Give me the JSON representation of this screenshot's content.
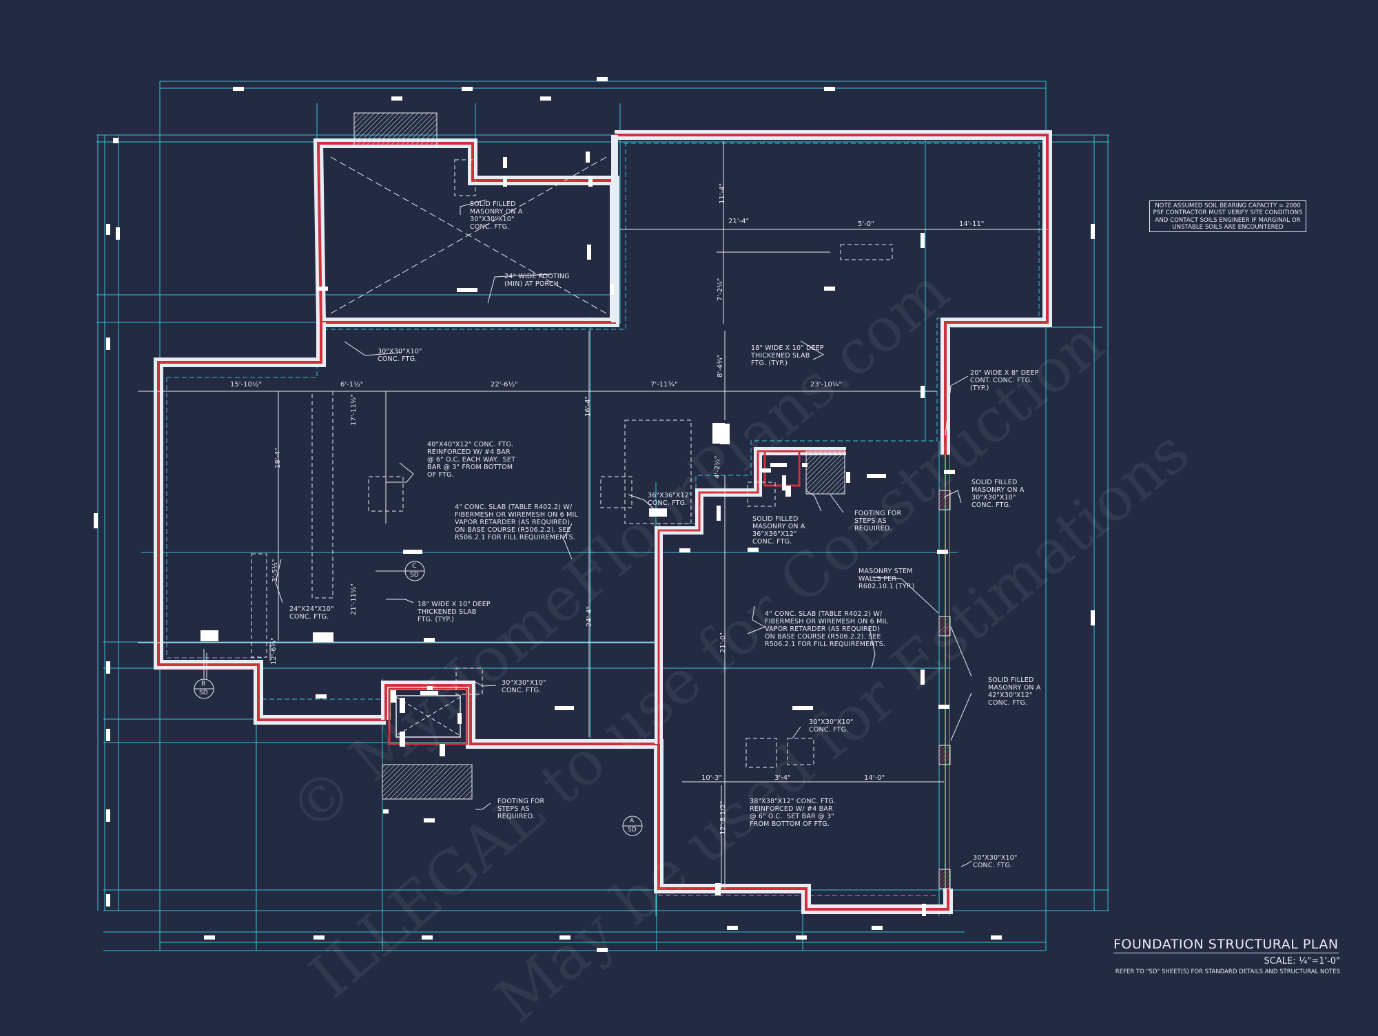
{
  "title_block": {
    "title": "FOUNDATION STRUCTURAL PLAN",
    "scale": "SCALE: ¼\"=1'-0\"",
    "refer_note": "REFER TO \"SD\" SHEET(S) FOR STANDARD DETAILS AND STRUCTURAL NOTES"
  },
  "soil_note": "NOTE ASSUMED SOIL BEARING CAPACITY = 2000\nPSF CONTRACTOR MUST VERIFY SITE CONDITIONS\nAND CONTACT SOILS ENGINEER IF MARGINAL OR\nUNSTABLE SOILS ARE ENCOUNTERED",
  "watermark": {
    "line1": "© MyHomeFloorPlans.com",
    "line2": "ILLEGAL to use for Construction",
    "line3": "May be used for Estimations"
  },
  "callouts": {
    "solid_filled_30": "SOLID FILLED\nMASONRY ON A\n30\"x30\"x10\"\nCONC. FTG.",
    "porch_footing": "24\" WIDE FOOTING\n(MIN) AT PORCH",
    "ftg_30_a": "30\"x30\"x10\"\nCONC. FTG.",
    "thickened_slab_a": "18\" WIDE x 10\" DEEP\nTHICKENED SLAB\nFTG. (TYP.)",
    "cont_ftg": "20\" WIDE x 8\" DEEP\nCONT. CONC. FTG.\n(TYP.)",
    "ftg_40": "40\"x40\"x12\" CONC. FTG.\nREINFORCED w/ #4 BAR\n@ 6\" O.C. EACH WAY.  SET\nBAR @ 3\" FROM BOTTOM\nOF FTG.",
    "slab_a": "4\" CONC. SLAB (TABLE R402.2) w/\nFIBERMESH OR WIREMESH ON 6 MIL\nVAPOR RETARDER (AS REQUIRED)\nON BASE COURSE (R506.2.2). SEE\nR506.2.1 FOR FILL REQUIREMENTS.",
    "ftg_36_a": "36\"x36\"x12\"\nCONC. FTG.",
    "solid_filled_36": "SOLID FILLED\nMASONRY ON A\n36\"x36\"x12\"\nCONC. FTG.",
    "footing_steps_a": "FOOTING FOR\nSTEPS AS\nREQUIRED.",
    "solid_filled_30_b": "SOLID FILLED\nMASONRY ON A\n30\"x30\"x10\"\nCONC. FTG.",
    "masonry_stem": "MASONRY STEM\nWALLS PER\nR602.10.1 (TYP.)",
    "ftg_24": "24\"x24\"x10\"\nCONC. FTG.",
    "thickened_slab_b": "18\" WIDE x 10\" DEEP\nTHICKENED SLAB\nFTG. (TYP.)",
    "slab_b": "4\" CONC. SLAB (TABLE R402.2) w/\nFIBERMESH OR WIREMESH ON 6 MIL\nVAPOR RETARDER (AS REQUIRED)\nON BASE COURSE (R506.2.2). SEE\nR506.2.1 FOR FILL REQUIREMENTS.",
    "solid_filled_42": "SOLID FILLED\nMASONRY ON A\n42\"x30\"x12\"\nCONC. FTG.",
    "ftg_30_b": "30\"x30\"x10\"\nCONC. FTG.",
    "ftg_30_c": "30\"x30\"x10\"\nCONC. FTG.",
    "footing_steps_b": "FOOTING FOR\nSTEPS AS\nREQUIRED.",
    "ftg_38": "38\"x38\"x12\" CONC. FTG.\nREINFORCED w/ #4 BAR\n@ 6\" O.C.  SET BAR @ 3\"\nFROM BOTTOM OF FTG.",
    "ftg_30_d": "30\"x30\"x10\"\nCONC. FTG."
  },
  "dimensions": {
    "d_21_4": "21'-4\"",
    "d_5_0": "5'-0\"",
    "d_14_11": "14'-11\"",
    "d_15_10": "15'-10½\"",
    "d_6_1": "6'-1½\"",
    "d_22_6": "22'-6½\"",
    "d_7_11": "7'-11¾\"",
    "d_23_10": "23'-10¼\"",
    "d_10_3": "10'-3\"",
    "d_3_4": "3'-4\"",
    "d_14_0": "14'-0\"",
    "v_11_4": "11'-4\"",
    "v_7_2": "7'-2¼\"",
    "v_8_4": "8'-4¾\"",
    "v_16_4": "16'-4\"",
    "v_17_11": "17'-11½\"",
    "v_18_4": "18'-4\"",
    "v_4_2": "4'-2½\"",
    "v_3_5": "3'-5½\"",
    "v_21_11": "21'-11½\"",
    "v_12_6": "12'-6¾\"",
    "v_24_4": "24'-4\"",
    "v_21_0": "21'-0\"",
    "v_12_8": "12'-8 1/2\""
  },
  "section_markers": [
    {
      "letter": "B",
      "sheet": "SD"
    },
    {
      "letter": "C",
      "sheet": "SD"
    },
    {
      "letter": "A",
      "sheet": "SD"
    }
  ],
  "colors": {
    "background": "#232a41",
    "gridline": "#33c7d6",
    "wall_red": "#d0303a",
    "linework": "#e8ecf4"
  }
}
